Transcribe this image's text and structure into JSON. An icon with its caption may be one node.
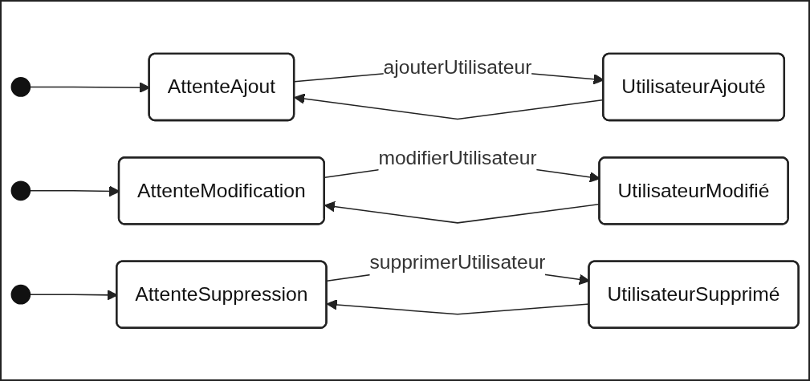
{
  "diagram": {
    "nodes": [
      {
        "text": [],
        "shape": "circle"
      },
      {
        "text": [
          "AttenteAjout"
        ]
      },
      {
        "text": [
          "UtilisateurAjouté"
        ]
      },
      {
        "text": [],
        "shape": "circle"
      },
      {
        "text": [
          "AttenteModification"
        ]
      },
      {
        "text": [
          "UtilisateurModifié"
        ]
      },
      {
        "text": [],
        "shape": "circle"
      },
      {
        "text": [
          "AttenteSuppression"
        ]
      },
      {
        "text": [
          "UtilisateurSupprimé"
        ]
      }
    ],
    "edges": [
      {
        "from": 0,
        "to": 1,
        "arrow": "to"
      },
      {
        "from": 1,
        "to": 2,
        "label": "ajouterUtilisateur",
        "arrow": "to"
      },
      {
        "from": 2,
        "to": 1,
        "arrow": "to"
      },
      {
        "from": 3,
        "to": 4,
        "arrow": "to"
      },
      {
        "from": 4,
        "to": 5,
        "label": "modifierUtilisateur",
        "arrow": "to"
      },
      {
        "from": 5,
        "to": 4,
        "arrow": "to"
      },
      {
        "from": 6,
        "to": 7,
        "arrow": "to"
      },
      {
        "from": 7,
        "to": 8,
        "label": "supprimerUtilisateur",
        "arrow": "to"
      },
      {
        "from": 8,
        "to": 7,
        "arrow": "to"
      }
    ]
  }
}
